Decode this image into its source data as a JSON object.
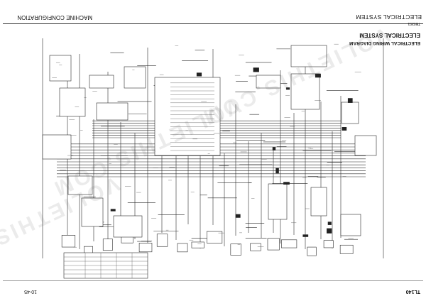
{
  "header": {
    "model": "TL140",
    "page_number": "10-45",
    "doc_code": "TB0301"
  },
  "footer": {
    "left": "MACHINE CONFIGURATION",
    "right": "ELECTRICAL SYSTEM"
  },
  "title": {
    "section": "ELECTRICAL SYSTEM",
    "subtitle": "ELECTRICAL WIRING DIAGRAM"
  },
  "watermarks": [
    "VOLIETHIS.COM",
    "VOLIETHIS.COM",
    "VOLIETHIS.COM"
  ],
  "colors": {
    "ink": "#111111",
    "wire": "#2a2a2a",
    "paper": "#ffffff",
    "watermark": "#8a8a8a"
  }
}
